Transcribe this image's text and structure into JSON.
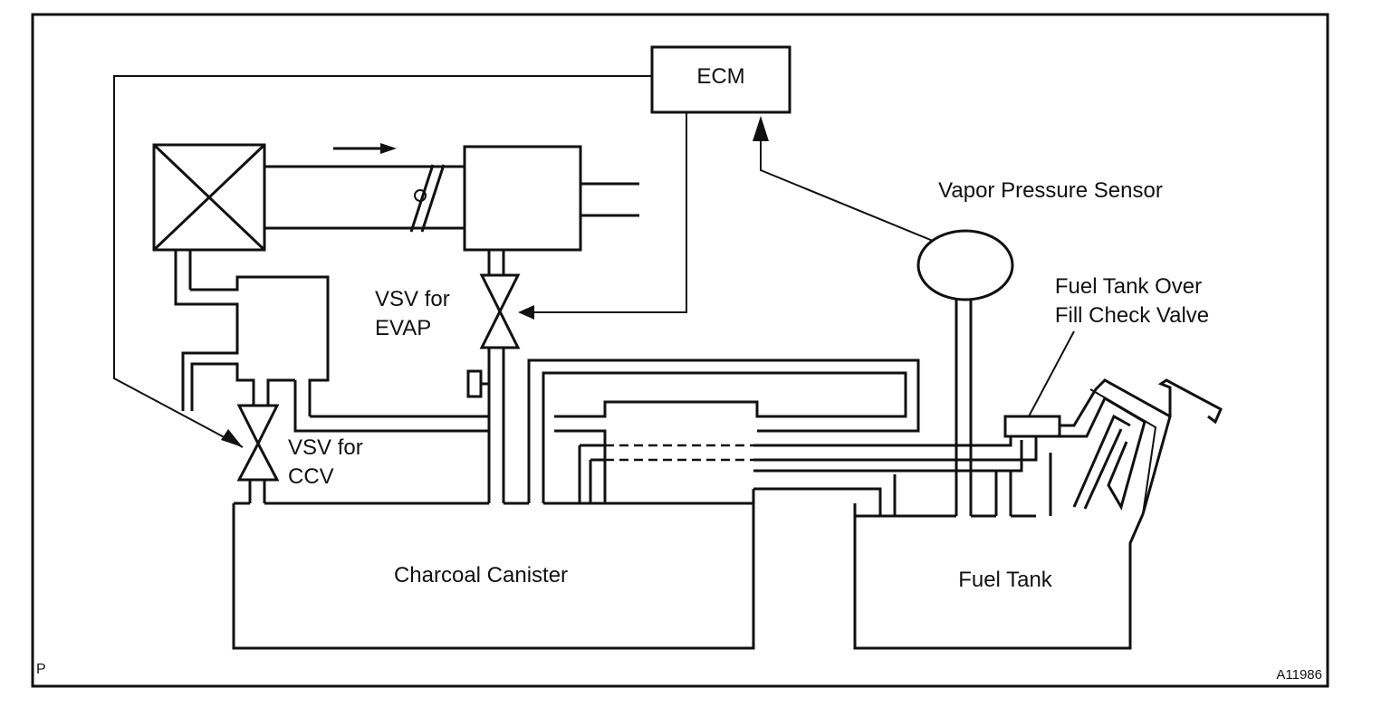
{
  "diagram": {
    "labels": {
      "ecm": "ECM",
      "vapor_pressure_sensor": "Vapor Pressure Sensor",
      "fuel_tank_over_line1": "Fuel Tank Over",
      "fuel_tank_over_line2": "Fill Check Valve",
      "vsv_evap_line1": "VSV for",
      "vsv_evap_line2": "EVAP",
      "vsv_ccv_line1": "VSV for",
      "vsv_ccv_line2": "CCV",
      "charcoal_canister": "Charcoal Canister",
      "fuel_tank": "Fuel Tank",
      "corner_left": "P",
      "corner_right": "A11986"
    },
    "colors": {
      "line": "#111111",
      "background": "#ffffff"
    }
  }
}
